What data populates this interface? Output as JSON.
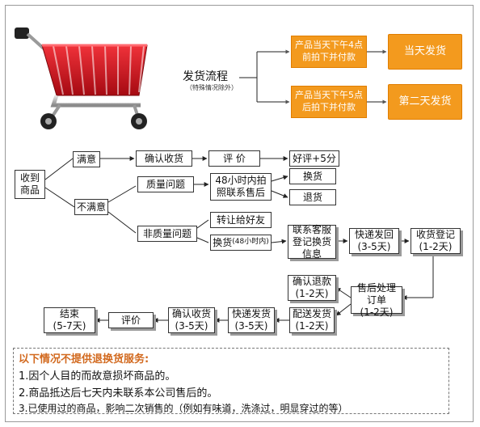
{
  "flow": {
    "title": "发货流程",
    "subtitle": "（特殊情况除外）",
    "cond1": "产品当天下午4点\n前拍下并付款",
    "cond2": "产品当天下午5点\n后拍下并付款",
    "ship1": "当天发货",
    "ship2": "第二天发货"
  },
  "nodes": {
    "received": "收到\n商品",
    "satisfied": "满意",
    "confirm_receipt": "确认收货",
    "review": "评  价",
    "good_review": "好评+5分",
    "unsatisfied": "不满意",
    "quality_issue": "质量问题",
    "contact_48h": "48小时内拍\n照联系售后",
    "exchange": "换货",
    "return": "退货",
    "non_quality_issue": "非质量问题",
    "transfer_friend": "转让给好友",
    "exchange_48h_main": "换货",
    "exchange_48h_note": "(48小时内)",
    "contact_cs": "联系客服\n登记换货\n信息",
    "express_return": "快递发回\n(3-5天)",
    "receipt_register": "收货登记\n(1-2天)",
    "confirm_refund": "确认退款\n(1-2天)",
    "aftersale_process": "售后处理订单\n(1-2天)",
    "delivery": "配送发货\n(1-2天)",
    "express_ship": "快递发货\n(3-5天)",
    "confirm_receipt2": "确认收货\n(3-5天)",
    "review2": "评价",
    "end": "结束\n(5-7天)"
  },
  "notice": {
    "title": "以下情况不提供退换货服务:",
    "items": [
      "1.因个人目的而故意损坏商品的。",
      "2.商品抵达后七天内未联系本公司售后的。",
      "3.已使用过的商品，影响二次销售的（例如有味道，洗涤过，明显穿过的等）"
    ]
  },
  "colors": {
    "orange": "#f39a1e",
    "notice_title": "#d2691e",
    "cart_red": "#d0121b"
  }
}
